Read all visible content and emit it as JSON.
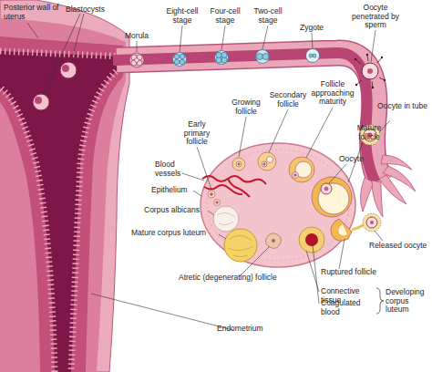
{
  "diagram": {
    "labels": [
      "Posterior wall of uterus",
      "Blastocysts",
      "Morula",
      "Eight-cell stage",
      "Four-cell stage",
      "Two-cell stage",
      "Zygote",
      "Oocyte penetrated by sperm",
      "Oocyte in tube",
      "Growing follicle",
      "Secondary follicle",
      "Follicle approaching maturity",
      "Early primary follicle",
      "Mature follicle",
      "Oocyte",
      "Blood vessels",
      "Epithelium",
      "Corpus albicans",
      "Mature corpus luteum",
      "Released oocyte",
      "Ruptured follicle",
      "Atretic (degenerating) follicle",
      "Connective tissue",
      "Coagulated blood",
      "Developing corpus luteum",
      "Endometrium"
    ]
  }
}
